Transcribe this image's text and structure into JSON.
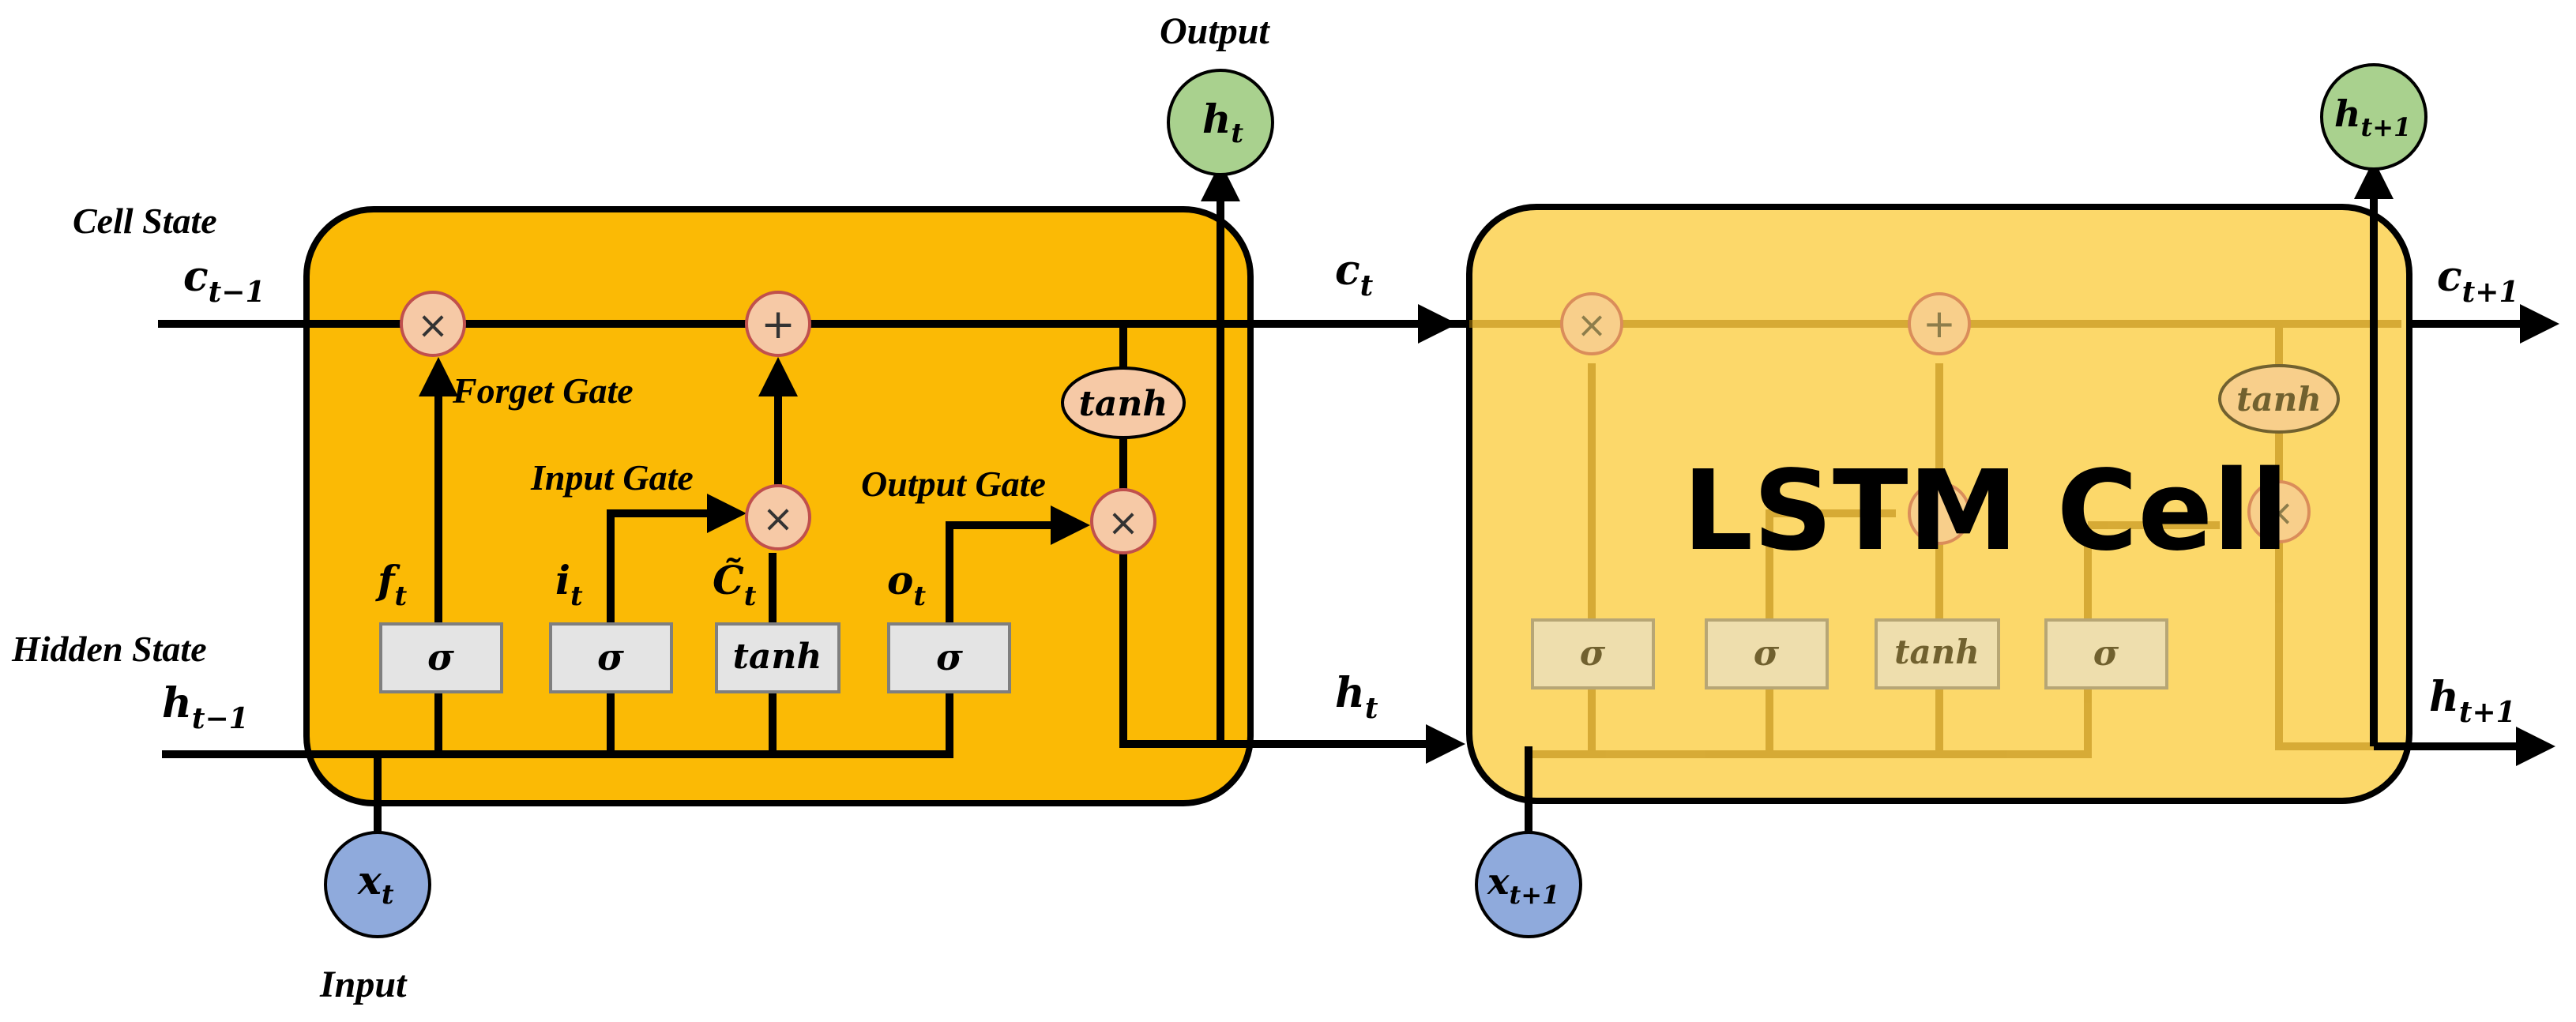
{
  "labels": {
    "cell_state": "Cell State",
    "hidden_state": "Hidden State",
    "output": "Output",
    "input": "Input",
    "forget_gate": "Forget Gate",
    "input_gate": "Input Gate",
    "output_gate": "Output Gate",
    "lstm_cell": "LSTM Cell"
  },
  "variables": {
    "c_prev": {
      "base": "c",
      "sub": "t−1"
    },
    "h_prev": {
      "base": "h",
      "sub": "t−1"
    },
    "c_t": {
      "base": "c",
      "sub": "t"
    },
    "h_t_line": {
      "base": "h",
      "sub": "t"
    },
    "c_next": {
      "base": "c",
      "sub": "t+1"
    },
    "h_next_line": {
      "base": "h",
      "sub": "t+1"
    },
    "f_t": {
      "base": "f",
      "sub": "t"
    },
    "i_t": {
      "base": "i",
      "sub": "t"
    },
    "c_tilde": {
      "base": "C̃",
      "sub": "t"
    },
    "o_t": {
      "base": "o",
      "sub": "t"
    },
    "x_t": {
      "base": "x",
      "sub": "t"
    },
    "x_next": {
      "base": "x",
      "sub": "t+1"
    },
    "h_t_out": {
      "base": "h",
      "sub": "t"
    },
    "h_next_out": {
      "base": "h",
      "sub": "t+1"
    }
  },
  "gates": {
    "sigma": "σ",
    "tanh": "tanh"
  },
  "operators": {
    "multiply": "×",
    "add": "+"
  },
  "colors": {
    "cell1_fill": "#FBBA05",
    "cell2_fill": "#FCD86A",
    "op_fill": "#F6C9A6",
    "op_stroke": "#C0504D",
    "gate_fill": "#E4E4E4",
    "input_node": "#8FAADC",
    "output_node": "#A9D18E",
    "line": "#000000"
  }
}
